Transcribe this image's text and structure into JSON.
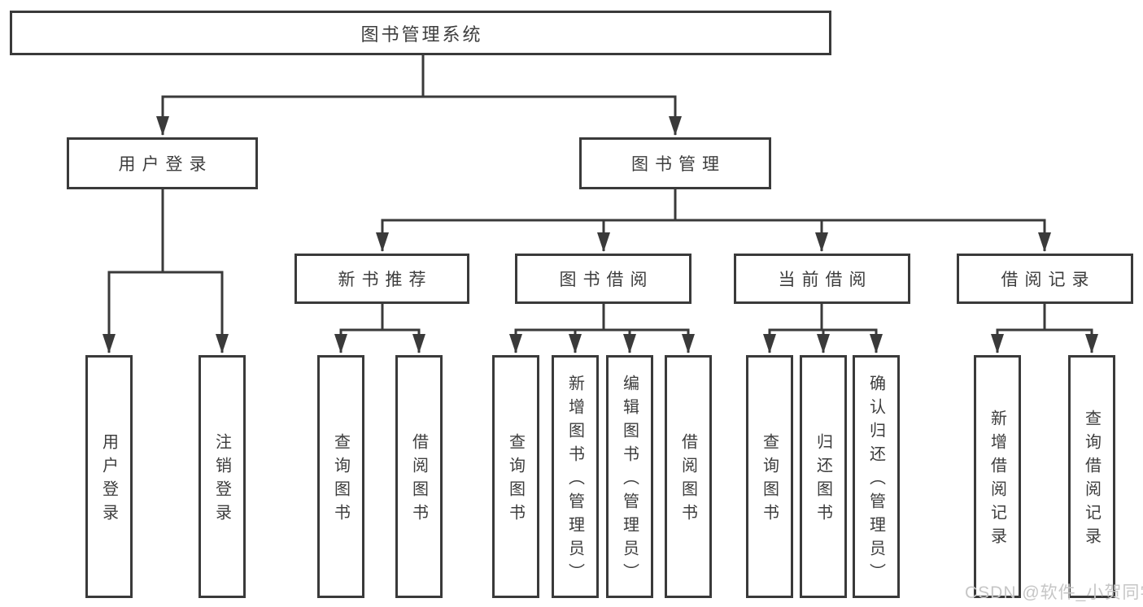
{
  "tree": {
    "label": "图书管理系统",
    "children": [
      {
        "label": "用户登录",
        "children": [
          {
            "label": "用户登录"
          },
          {
            "label": "注销登录"
          }
        ]
      },
      {
        "label": "图书管理",
        "children": [
          {
            "label": "新书推荐",
            "children": [
              {
                "label": "查询图书"
              },
              {
                "label": "借阅图书"
              }
            ]
          },
          {
            "label": "图书借阅",
            "children": [
              {
                "label": "查询图书"
              },
              {
                "label": "新增图书（管理员）"
              },
              {
                "label": "编辑图书（管理员）"
              },
              {
                "label": "借阅图书"
              }
            ]
          },
          {
            "label": "当前借阅",
            "children": [
              {
                "label": "查询图书"
              },
              {
                "label": "归还图书"
              },
              {
                "label": "确认归还（管理员）"
              }
            ]
          },
          {
            "label": "借阅记录",
            "children": [
              {
                "label": "新增借阅记录"
              },
              {
                "label": "查询借阅记录"
              }
            ]
          }
        ]
      }
    ]
  },
  "watermark": {
    "text": "CSDN @软件_小贺同学"
  },
  "colors": {
    "line": "#3a3a3a",
    "text": "#3d3d3d",
    "background": "#ffffff",
    "watermark": "#c6c6c6"
  }
}
